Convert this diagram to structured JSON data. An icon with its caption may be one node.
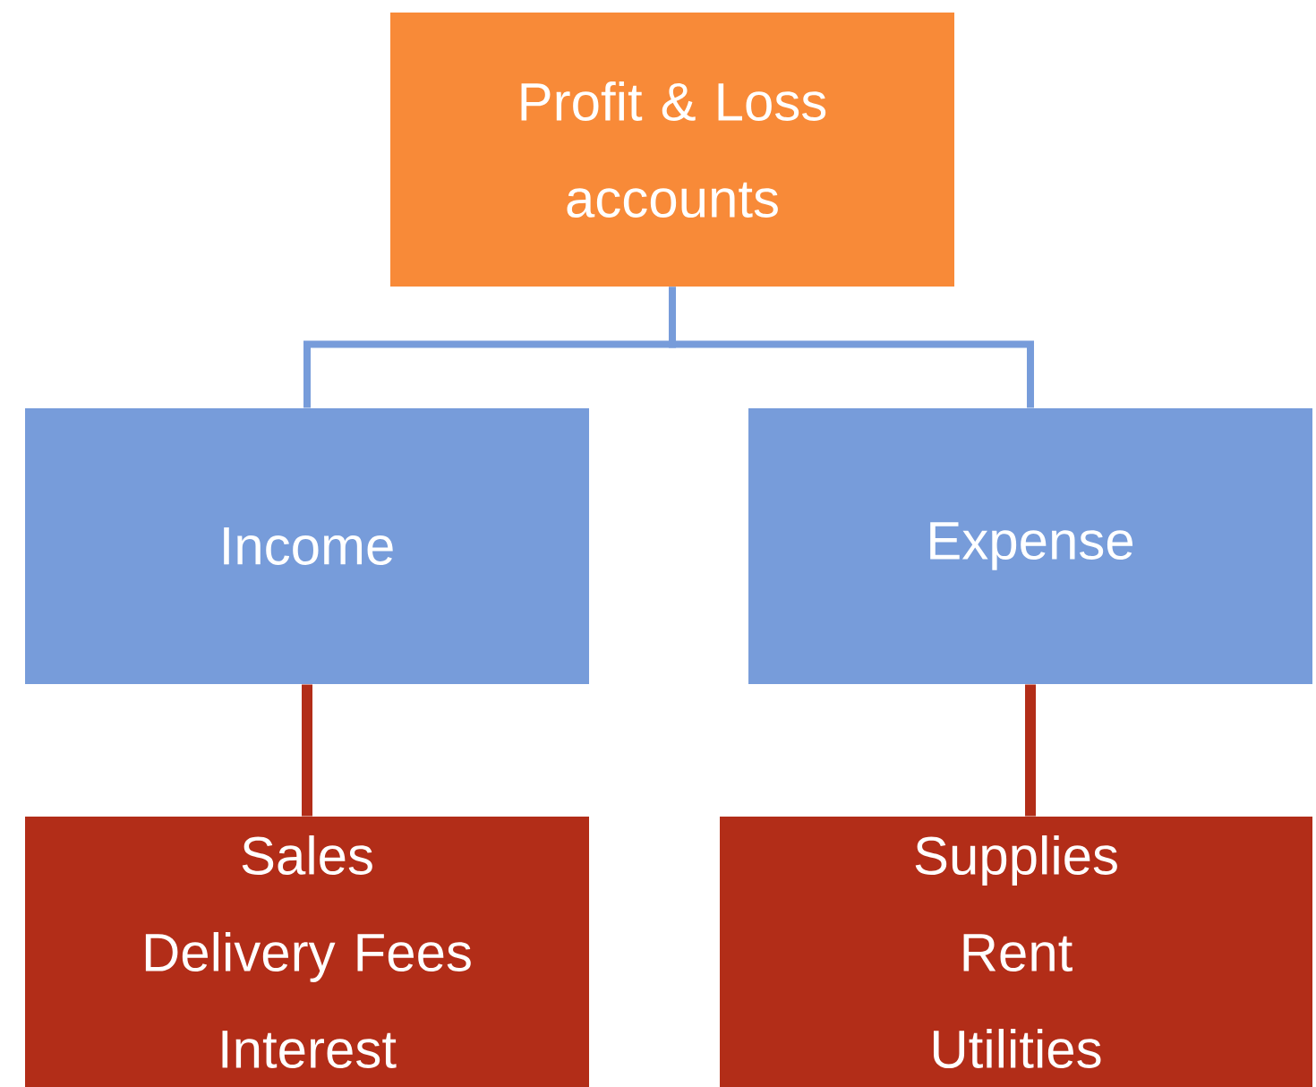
{
  "diagram": {
    "nodes": [
      {
        "text": [
          "Profit & Loss accounts"
        ]
      },
      {
        "text": [
          "Income"
        ]
      },
      {
        "text": [
          "Expense"
        ]
      },
      {
        "text": [
          "Sales",
          "Delivery Fees",
          "Interest"
        ]
      },
      {
        "text": [
          "Supplies",
          "Rent",
          "Utilities"
        ]
      }
    ],
    "edges": [
      {
        "from": 0,
        "to": 1,
        "arrow": "none",
        "color": "#779cda"
      },
      {
        "from": 0,
        "to": 2,
        "arrow": "none",
        "color": "#779cda"
      },
      {
        "from": 1,
        "to": 3,
        "arrow": "none",
        "color": "#b22d18"
      },
      {
        "from": 2,
        "to": 4,
        "arrow": "none",
        "color": "#b22d18"
      }
    ]
  }
}
